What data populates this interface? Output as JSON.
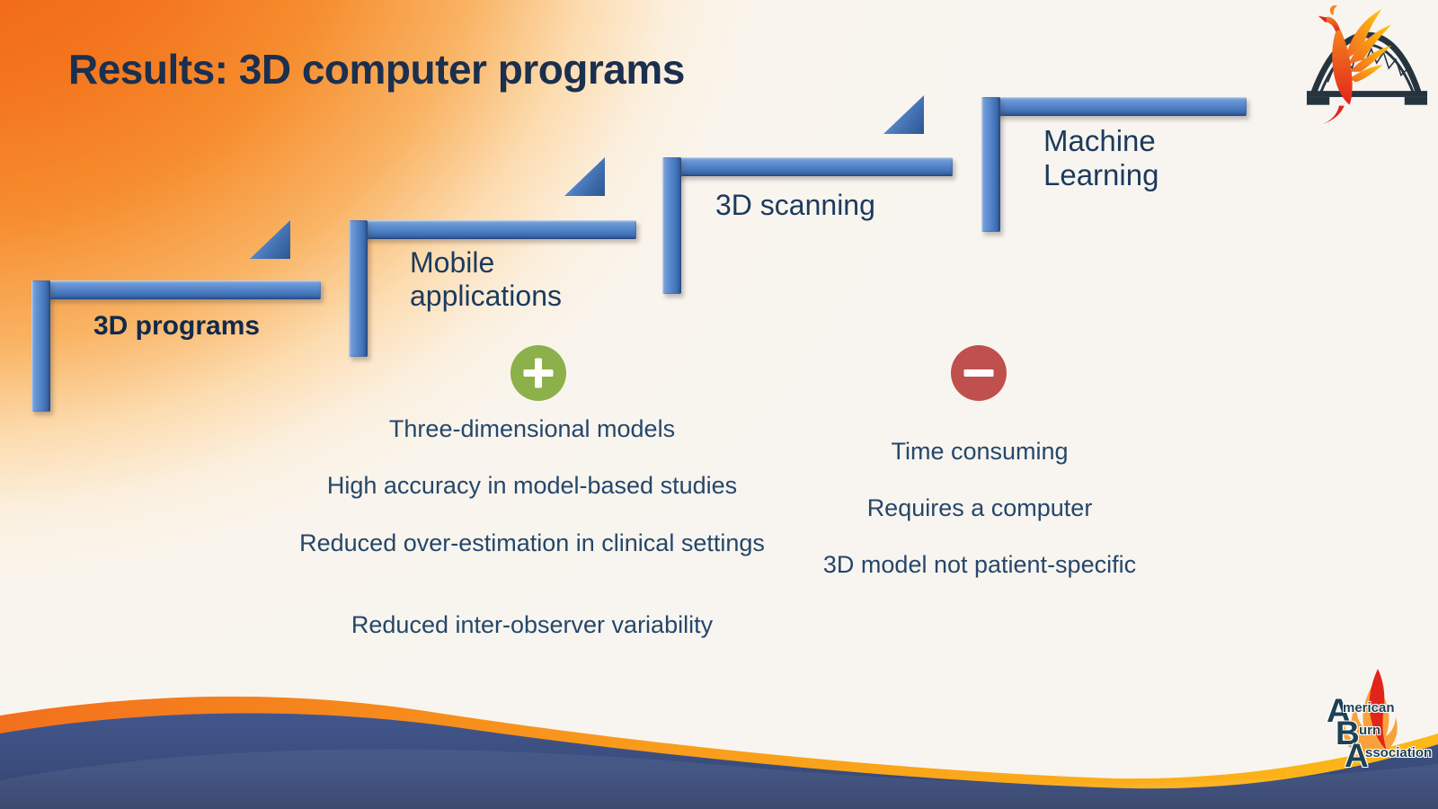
{
  "slide": {
    "title": "Results: 3D computer programs"
  },
  "steps": [
    {
      "label": "3D programs"
    },
    {
      "label": "Mobile applications"
    },
    {
      "label": "3D scanning"
    },
    {
      "label": "Machine Learning"
    }
  ],
  "pros": {
    "icon": "plus-icon",
    "color": "#8CB04A",
    "items": [
      "Three-dimensional models",
      "High accuracy in model-based studies",
      "Reduced over-estimation in clinical settings",
      "Reduced inter-observer variability"
    ]
  },
  "cons": {
    "icon": "minus-icon",
    "color": "#C0504D",
    "items": [
      "Time consuming",
      "Requires a computer",
      "3D model not patient-specific"
    ]
  },
  "aba_logo": {
    "letters": [
      "A",
      "B",
      "A"
    ],
    "words": [
      "merican",
      "urn",
      "ssociation"
    ]
  },
  "colors": {
    "accent_blue": "#4F81BD",
    "plus_green": "#8CB04A",
    "minus_red": "#C0504D",
    "title_navy": "#1B2F4E",
    "body_navy": "#25476A",
    "wave_navy": "#3A4E7D",
    "wave_gold": "#F9A11B",
    "bg_orange": "#F4761E"
  }
}
